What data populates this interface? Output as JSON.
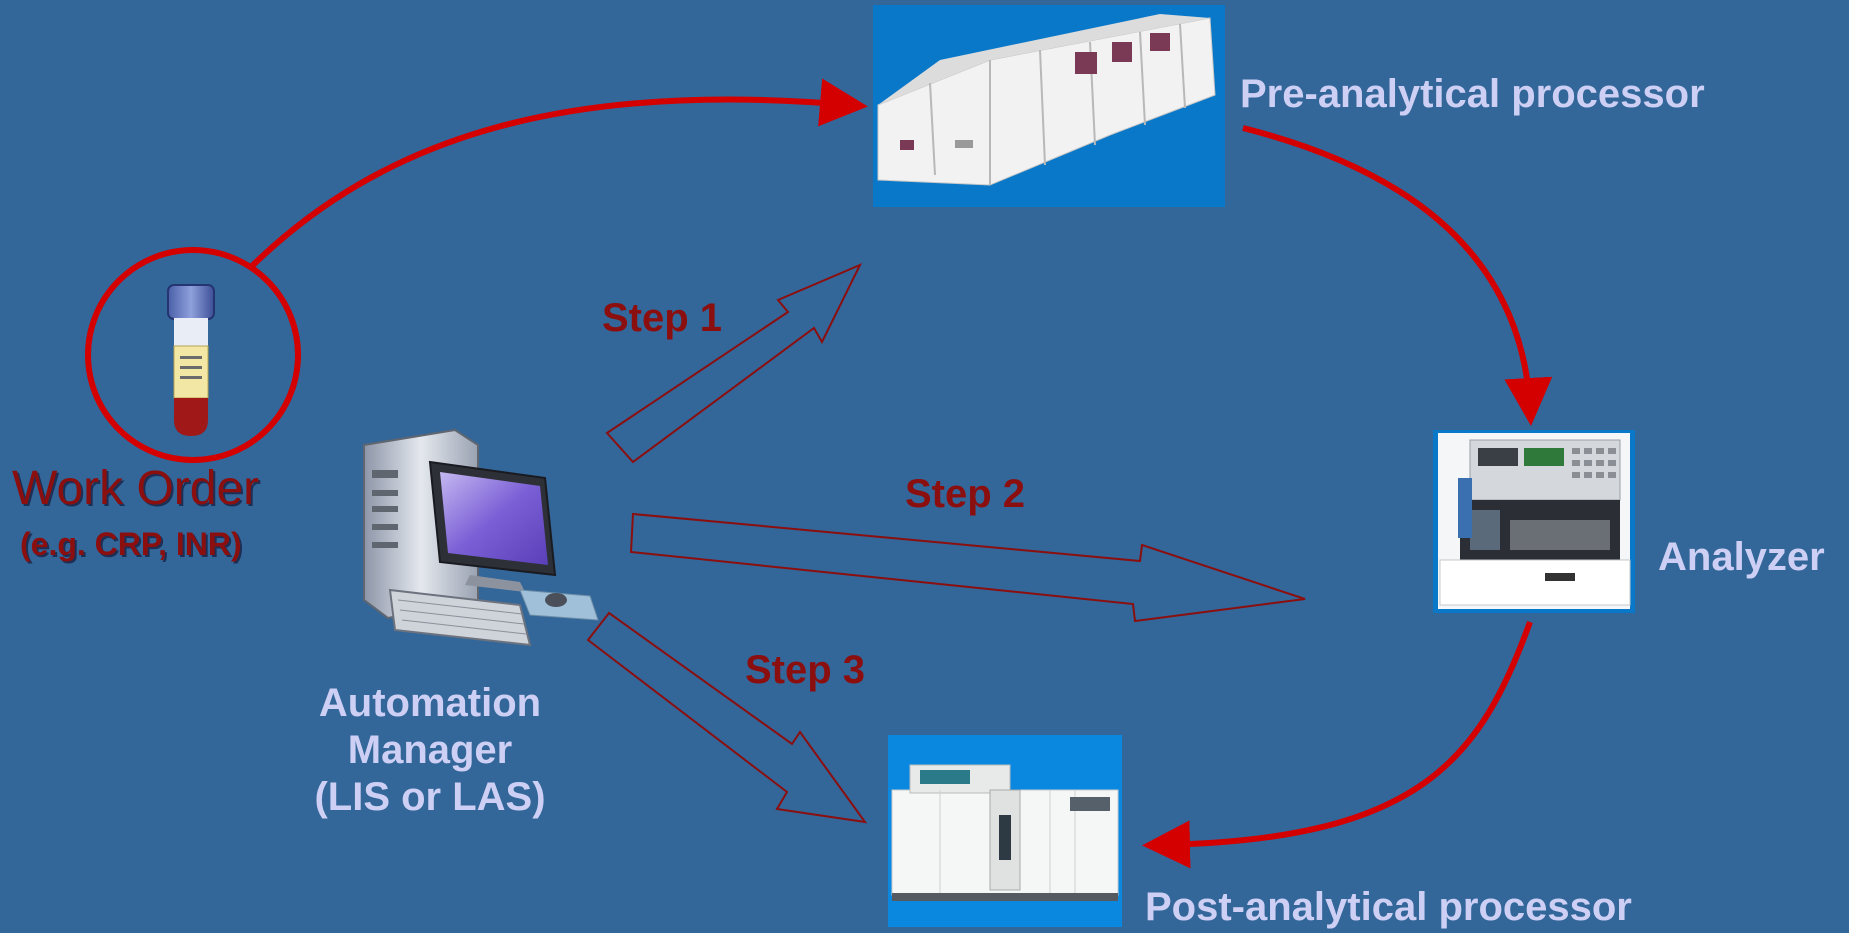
{
  "nodes": {
    "pre_analytical": "Pre-analytical processor",
    "analyzer": "Analyzer",
    "post_analytical": "Post-analytical processor",
    "work_order_title": "Work Order",
    "work_order_example": "(e.g. CRP, INR)",
    "manager_line1": "Automation",
    "manager_line2": "Manager",
    "manager_line3": "(LIS or LAS)"
  },
  "steps": {
    "step1": "Step 1",
    "step2": "Step 2",
    "step3": "Step 3"
  },
  "colors": {
    "background": "#336699",
    "flow_arrow": "#d40000",
    "step_text": "#8b0f0f",
    "label_text": "#cdd0f4"
  }
}
